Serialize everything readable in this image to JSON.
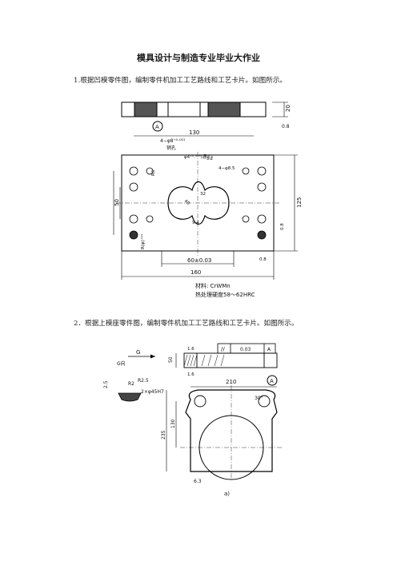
{
  "document": {
    "title": "模具设计与制造专业毕业大作业",
    "q1": "1.根据凹模零件图，编制零件机加工工艺路线和工艺卡片。如图所示。",
    "q2": "2．根据上模座零件图，编制零件机加工工艺路线和工艺卡片。如图所示。"
  },
  "figure1": {
    "dim_130": "130",
    "dim_160": "160",
    "dim_60": "60±0.03",
    "dim_125": "125",
    "dim_90": "90",
    "dim_50": "50",
    "dim_20": "20",
    "datum_a": "A",
    "hole_note": "4−φ8⁺⁰·⁰¹⁵",
    "hole_note2": "销孔",
    "hole_note3": "4−φ8.5",
    "slot_note": "φ4⁺⁰·⁰¹³(通孔)",
    "r_note": "R6",
    "r2_note": "R(φ)⁺¹⁵",
    "dim_32": "32",
    "dim_40": "40",
    "dim_94": "9.4",
    "rough_08": "0.8",
    "rough_08b": "0.8",
    "rough_08c": "0.8",
    "rough_32": "3.2",
    "material": "材料: CrWMn",
    "hardness": "热处理硬度58～62HRC"
  },
  "figure2": {
    "label_g": "G",
    "label_gview": "G向",
    "tol_sym": "//",
    "tol_val": "0.03",
    "tol_ref": "A",
    "datum_a": "A",
    "rough_16": "1.6",
    "rough_16b": "1.6",
    "dim_50": "50",
    "dim_210": "210",
    "dim_130": "130",
    "dim_235": "235",
    "dim_25": "2.5",
    "r_25": "R2.5",
    "r_note": "R2",
    "holes": "2×φ45H7",
    "angle": "30°",
    "rough_63": "6.3",
    "caption": "a)"
  }
}
